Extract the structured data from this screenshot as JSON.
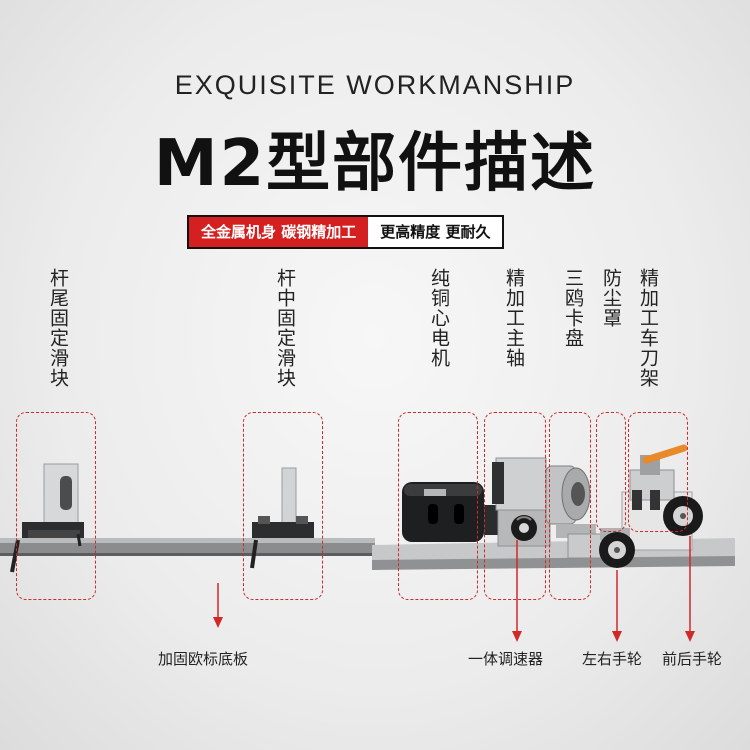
{
  "header": {
    "subtitle": "EXQUISITE WORKMANSHIP",
    "title": "M2型部件描述"
  },
  "badge": {
    "red_text": "全金属机身 碳钢精加工",
    "white_text": "更高精度 更耐久"
  },
  "component_labels": [
    "杆尾固定滑块",
    "杆中固定滑块",
    "纯铜心电机",
    "精加工主轴",
    "三鸥卡盘",
    "防尘罩",
    "精加工车刀架"
  ],
  "bottom_labels": {
    "base_plate": "加固欧标底板",
    "speed_controller": "一体调速器",
    "left_right_wheel": "左右手轮",
    "front_back_wheel": "前后手轮"
  },
  "colors": {
    "accent": "#d42020",
    "dashed_outline": "#d12828",
    "orange_handle": "#e8892a"
  }
}
